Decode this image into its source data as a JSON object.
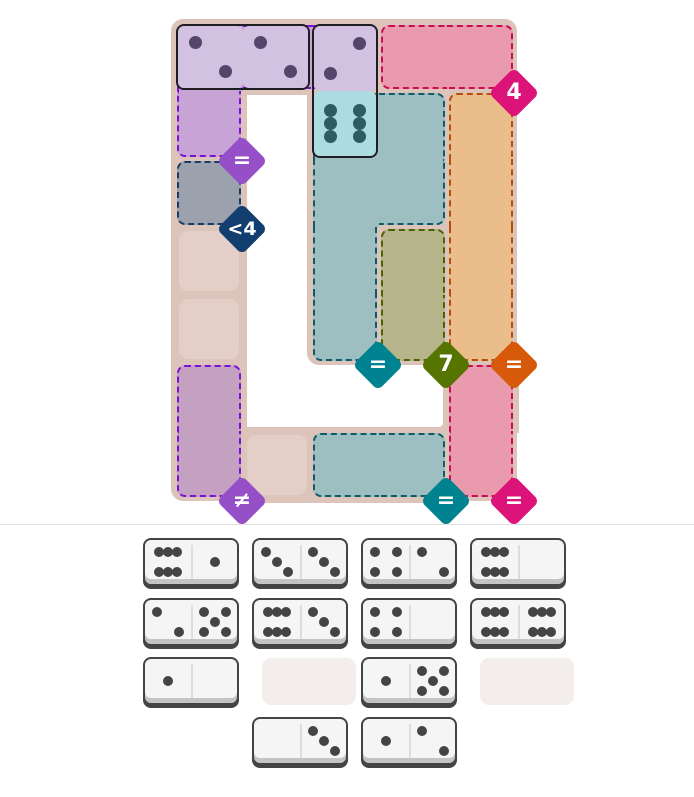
{
  "board": {
    "cells": [
      [
        0,
        0
      ],
      [
        0,
        1
      ],
      [
        0,
        2
      ],
      [
        0,
        3
      ],
      [
        0,
        4
      ],
      [
        1,
        0
      ],
      [
        1,
        2
      ],
      [
        1,
        3
      ],
      [
        1,
        4
      ],
      [
        2,
        0
      ],
      [
        2,
        2
      ],
      [
        2,
        3
      ],
      [
        2,
        4
      ],
      [
        3,
        0
      ],
      [
        3,
        2
      ],
      [
        3,
        3
      ],
      [
        3,
        4
      ],
      [
        4,
        0
      ],
      [
        4,
        2
      ],
      [
        4,
        3
      ],
      [
        4,
        4
      ],
      [
        5,
        0
      ],
      [
        5,
        4
      ],
      [
        6,
        0
      ],
      [
        6,
        1
      ],
      [
        6,
        2
      ],
      [
        6,
        3
      ],
      [
        6,
        4
      ]
    ],
    "regions": [
      {
        "label": "=",
        "fill": "#c7a3d6",
        "border": "#7a10d8",
        "label_color": "#9550c8",
        "cells": [
          [
            0,
            0
          ],
          [
            0,
            1
          ],
          [
            0,
            2
          ],
          [
            1,
            0
          ]
        ],
        "anchor": [
          1,
          0
        ]
      },
      {
        "label": "<4",
        "fill": "#9ca2ad",
        "border": "#173d66",
        "label_color": "#133e70",
        "cells": [
          [
            2,
            0
          ]
        ],
        "anchor": [
          2,
          0
        ]
      },
      {
        "label": "4",
        "fill": "#e99aac",
        "border": "#cc0d4d",
        "label_color": "#dc1479",
        "cells": [
          [
            0,
            3
          ],
          [
            0,
            4
          ]
        ],
        "anchor": [
          0,
          4
        ]
      },
      {
        "label": "=",
        "fill": "#9ebfc2",
        "border": "#0f5c66",
        "label_color": "#008391",
        "cells": [
          [
            1,
            2
          ],
          [
            1,
            3
          ],
          [
            2,
            2
          ],
          [
            2,
            3
          ],
          [
            3,
            2
          ],
          [
            4,
            2
          ]
        ],
        "anchor": [
          4,
          2
        ]
      },
      {
        "label": "7",
        "fill": "#b6b48a",
        "border": "#4b6200",
        "label_color": "#567400",
        "cells": [
          [
            3,
            3
          ],
          [
            4,
            3
          ]
        ],
        "anchor": [
          4,
          3
        ]
      },
      {
        "label": "=",
        "fill": "#eabd8b",
        "border": "#b54f0c",
        "label_color": "#d65a0a",
        "cells": [
          [
            1,
            4
          ],
          [
            2,
            4
          ],
          [
            3,
            4
          ],
          [
            4,
            4
          ]
        ],
        "anchor": [
          4,
          4
        ]
      },
      {
        "label": "≠",
        "fill": "#c4a1c0",
        "border": "#7a10d8",
        "label_color": "#9550c8",
        "cells": [
          [
            5,
            0
          ],
          [
            6,
            0
          ]
        ],
        "anchor": [
          6,
          0
        ]
      },
      {
        "label": "=",
        "fill": "#9ebfc2",
        "border": "#0f5c66",
        "label_color": "#008391",
        "cells": [
          [
            6,
            2
          ],
          [
            6,
            3
          ]
        ],
        "anchor": [
          6,
          3
        ]
      },
      {
        "label": "=",
        "fill": "#e99aac",
        "border": "#cc0d4d",
        "label_color": "#dc1479",
        "cells": [
          [
            5,
            4
          ],
          [
            6,
            4
          ]
        ],
        "anchor": [
          6,
          4
        ]
      }
    ],
    "placed": [
      {
        "cells": [
          [
            0,
            0
          ],
          [
            0,
            1
          ]
        ],
        "values": [
          2,
          2
        ],
        "tint": "#d3c1e2",
        "pip": "#54456a"
      },
      {
        "cells": [
          [
            0,
            2
          ],
          [
            1,
            2
          ]
        ],
        "values": [
          2,
          6
        ],
        "tint": "#d3c1e2",
        "tint2": "#acdce2",
        "pip": "#54456a",
        "pip2": "#2d5c61"
      }
    ]
  },
  "tray": {
    "slots": [
      {
        "values": [
          6,
          1
        ]
      },
      {
        "values": [
          3,
          3
        ]
      },
      {
        "values": [
          4,
          2
        ]
      },
      {
        "values": [
          6,
          0
        ]
      },
      {
        "values": [
          2,
          5
        ]
      },
      {
        "values": [
          6,
          3
        ]
      },
      {
        "values": [
          4,
          0
        ]
      },
      {
        "values": [
          6,
          6
        ]
      },
      {
        "values": [
          1,
          0
        ]
      },
      {
        "empty": true
      },
      {
        "values": [
          1,
          5
        ]
      },
      {
        "empty": true
      },
      null,
      {
        "values": [
          0,
          3
        ]
      },
      {
        "values": [
          1,
          2
        ]
      },
      null
    ]
  }
}
